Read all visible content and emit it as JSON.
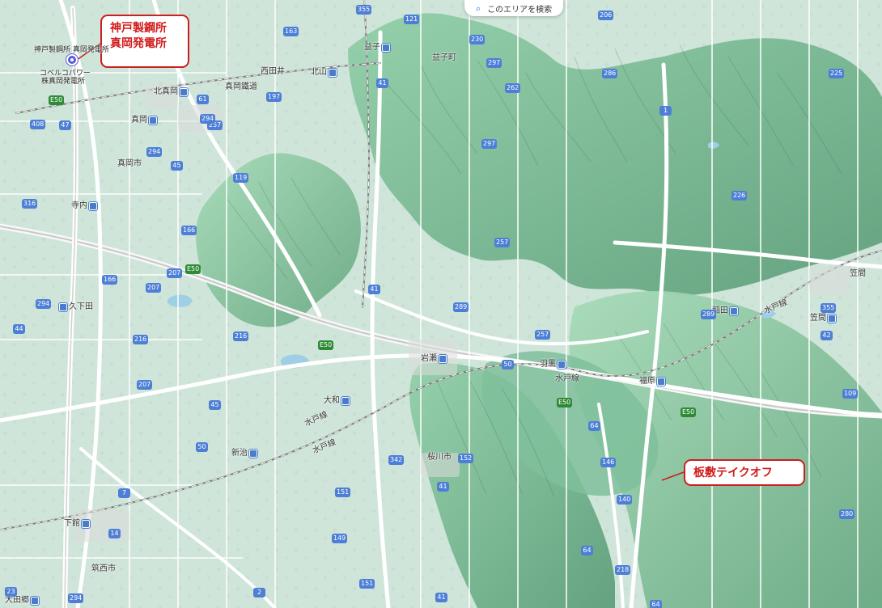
{
  "ui": {
    "search_area_label": "このエリアを検索",
    "search_icon": "magnifier-icon"
  },
  "callouts": {
    "plant": {
      "line1": "神戸製鋼所",
      "line2": "真岡発電所"
    },
    "takeoff": "板敷テイクオフ"
  },
  "markers": {
    "plant_pin": {
      "label_top": "神戸製鋼所 真岡発電所",
      "label_bottom_1": "コベルコパワー",
      "label_bottom_2": "株真岡発電所"
    }
  },
  "labels": {
    "masuko_town": "益子町",
    "moka_city": "真岡市",
    "sakuragawa_city": "桜川市",
    "chikusei_city": "筑西市",
    "moka_railway": "真岡鐵道",
    "mito_line": "水戸線",
    "mito_line_2": "水戸線",
    "mito_line_3": "水戸線",
    "mito_line_4": "水戸線",
    "kasama_city": "笠間"
  },
  "stations": {
    "masuko": "益子",
    "nishidai": "西田井",
    "kitayama": "北山",
    "kitamoka": "北真岡",
    "moka": "真岡",
    "terauchi": "寺内",
    "kunoden": "久下田",
    "shimodate": "下館",
    "iwase": "岩瀬",
    "haguro": "羽黒",
    "fukuhara": "福原",
    "inada": "稲田",
    "kasama": "笠間",
    "yamato": "大和",
    "niiji": "新治",
    "otabe": "大田郷"
  },
  "routes": {
    "r1": "1",
    "r2": "2",
    "r7": "7",
    "r14": "14",
    "r23": "23",
    "r41": "41",
    "r42": "42",
    "r44": "44",
    "r45": "45",
    "r47": "47",
    "r50": "50",
    "r61": "61",
    "r64": "64",
    "r109": "109",
    "r119": "119",
    "r121": "121",
    "r140": "140",
    "r146": "146",
    "r149": "149",
    "r151": "151",
    "r152": "152",
    "r163": "163",
    "r166": "166",
    "r197": "197",
    "r206": "206",
    "r207": "207",
    "r216": "216",
    "r218": "218",
    "r225": "225",
    "r226": "226",
    "r230": "230",
    "r257": "257",
    "r262": "262",
    "r280": "280",
    "r286": "286",
    "r289": "289",
    "r294": "294",
    "r297": "297",
    "r316": "316",
    "r342": "342",
    "r355": "355",
    "r408": "408",
    "e50": "E50"
  },
  "style": {
    "map_bg": "#efefef",
    "land_green": "#b9dec9",
    "mountain_green": "#7fbf9b",
    "road_white": "#ffffff",
    "road_gray": "#d8d8d8",
    "water_blue": "#9ecfe7",
    "accent_red": "#cc1f1f",
    "route_blue": "#4e7fd6",
    "expressway_green": "#2f8a36"
  }
}
